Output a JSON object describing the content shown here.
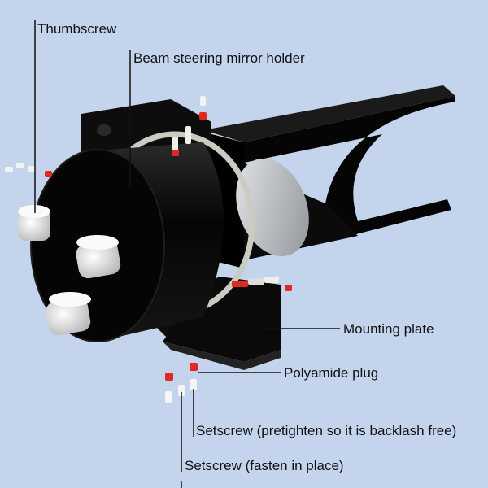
{
  "labels": {
    "thumbscrew": "Thumbscrew",
    "mirror_holder": "Beam steering mirror holder",
    "mounting_plate": "Mounting plate",
    "polyamide_plug": "Polyamide plug",
    "setscrew_pretighten": "Setscrew (pretighten so it is backlash free)",
    "setscrew_fasten": "Setscrew (fasten in place)"
  },
  "colors": {
    "background": "#c3d4ec",
    "body": "#0a0a0a",
    "plug": "#e02a20",
    "screw": "#f2f2f2"
  }
}
